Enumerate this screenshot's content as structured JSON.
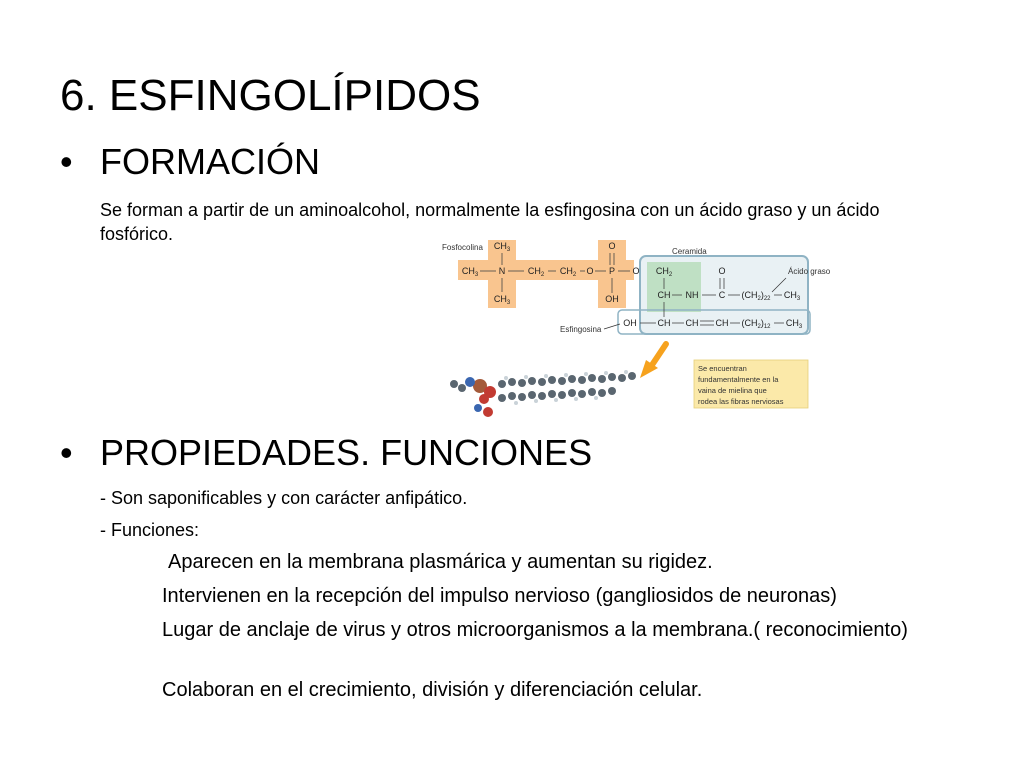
{
  "slide": {
    "title": "6. ESFINGOLÍPIDOS",
    "bullet_char": "•",
    "formacion": {
      "heading": "FORMACIÓN",
      "text": "Se forman a  partir de un aminoalcohol, normalmente la esfingosina con un ácido graso y un ácido fosfórico."
    },
    "propiedades": {
      "heading": "PROPIEDADES. FUNCIONES",
      "line1": "- Son saponificables y con carácter anfipático.",
      "line2": "- Funciones:",
      "funciones": [
        "Aparecen en la membrana plasmárica y aumentan su rigidez.",
        "Intervienen en la recepción del impulso nervioso (gangliosidos de neuronas)",
        "Lugar de anclaje de virus y otros microorganismos a la membrana.( reconocimiento)",
        "Colaboran en el crecimiento, división y diferenciación celular."
      ]
    }
  },
  "diagram": {
    "labels": {
      "fosfocolina": "Fosfocolina",
      "ceramida": "Ceramida",
      "acido_graso": "Ácido graso",
      "esfingosina": "Esfingosina"
    },
    "atoms": {
      "ch3": "CH",
      "n": "N",
      "ch2": "CH",
      "o": "O",
      "p": "P",
      "oh": "OH",
      "ch": "CH",
      "nh": "NH",
      "c": "C",
      "chain22": "(CH",
      "chain12": "(CH"
    },
    "note_lines": [
      "Se encuentran",
      "fundamentalmente en la",
      "vaina de mielina que",
      "rodea las fibras nerviosas"
    ],
    "colors": {
      "phosphocholine": "#f9c58f",
      "ceramide_border": "#8fb3c4",
      "ceramide_fill": "#e9f1f4",
      "nh_highlight": "#bfe0c4",
      "note_box": "#fbe9a9",
      "arrow": "#f6a21e"
    }
  }
}
